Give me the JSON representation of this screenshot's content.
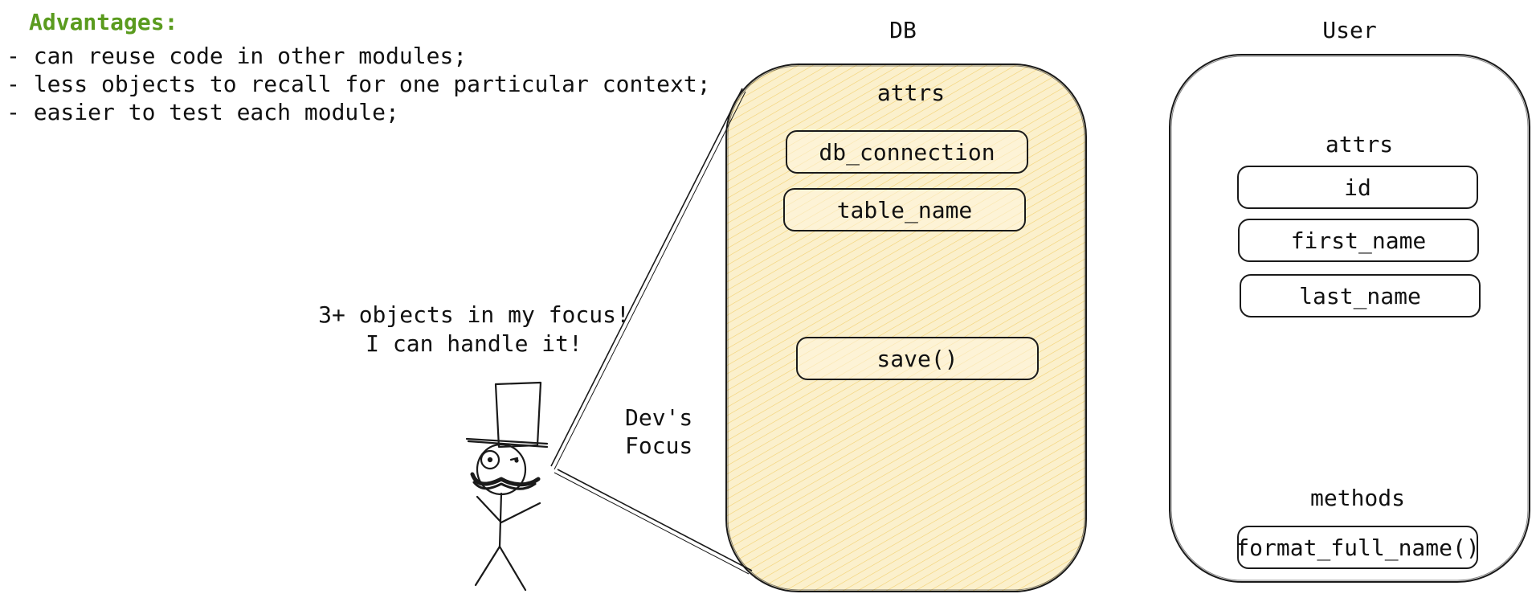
{
  "advantages": {
    "title": "Advantages:",
    "items": [
      "- can reuse code in other modules;",
      "- less objects to recall for one particular context;",
      "- easier to test each module;"
    ]
  },
  "db_module": {
    "title": "DB",
    "attrs_label": "attrs",
    "attrs": [
      "db_connection",
      "table_name"
    ],
    "methods": [
      "save()"
    ]
  },
  "user_module": {
    "title": "User",
    "attrs_label": "attrs",
    "attrs": [
      "id",
      "first_name",
      "last_name"
    ],
    "methods_label": "methods",
    "methods": [
      "format_full_name()"
    ]
  },
  "speech": {
    "line1": "3+ objects in my focus!",
    "line2": "I can handle it!"
  },
  "focus_label": {
    "line1": "Dev's",
    "line2": "Focus"
  },
  "colors": {
    "advantages_title": "#5a9b1e",
    "db_fill": "#f8e6b0",
    "db_hatch": "#f0c44a",
    "stroke": "#1a1a1a"
  }
}
